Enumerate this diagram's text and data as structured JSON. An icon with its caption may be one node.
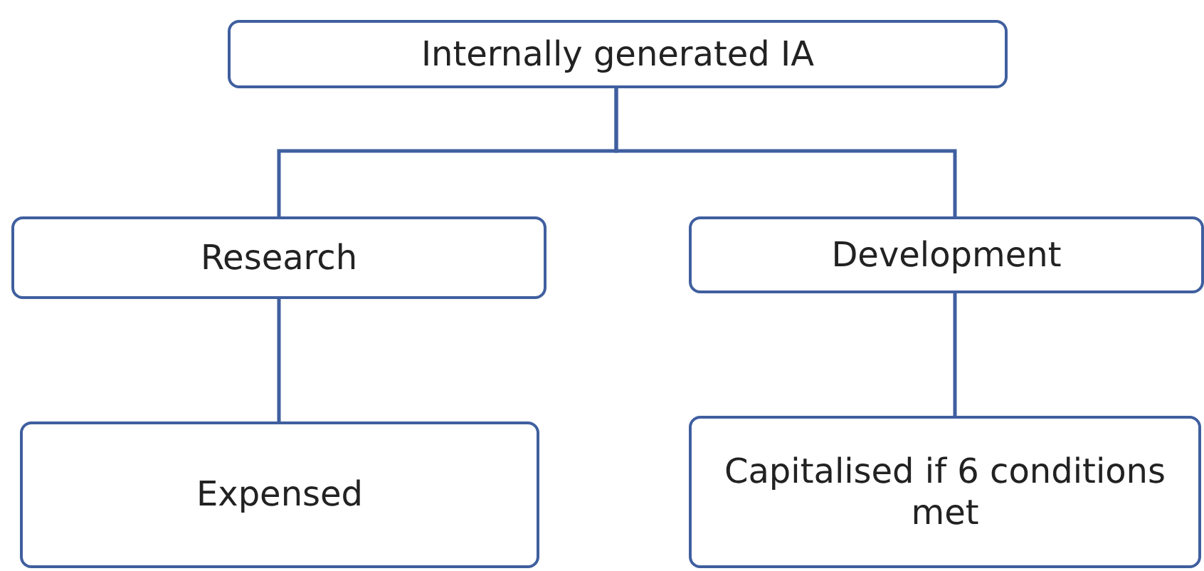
{
  "diagram": {
    "nodes": [
      {
        "text": [
          "Internally generated IA"
        ]
      },
      {
        "text": [
          "Research"
        ]
      },
      {
        "text": [
          "Development"
        ]
      },
      {
        "text": [
          "Expensed"
        ]
      },
      {
        "text": [
          "Capitalised if 6 conditions met"
        ]
      }
    ],
    "edges": [
      {
        "from": 0,
        "to": 1,
        "arrow": "none"
      },
      {
        "from": 0,
        "to": 2,
        "arrow": "none"
      },
      {
        "from": 1,
        "to": 3,
        "arrow": "none"
      },
      {
        "from": 2,
        "to": 4,
        "arrow": "none"
      }
    ]
  }
}
